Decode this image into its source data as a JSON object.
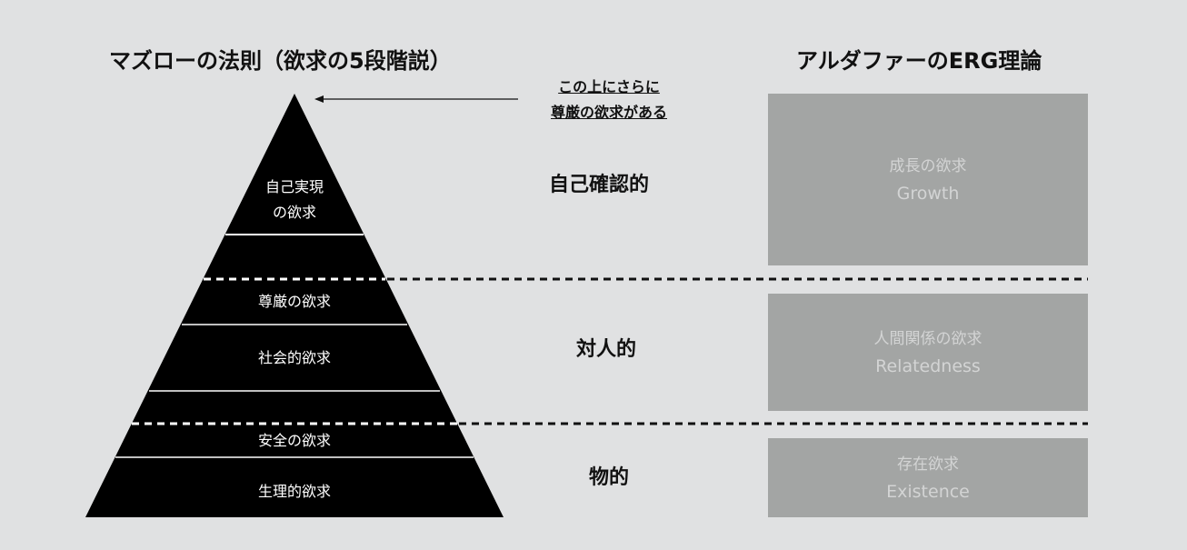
{
  "maslow": {
    "title": "マズローの法則（欲求の5段階説）",
    "note_line1": "この上にさらに",
    "note_line2": "尊厳の欲求がある",
    "levels": [
      {
        "label_line1": "自己実現",
        "label_line2": "の欲求"
      },
      {
        "label": "尊厳の欲求"
      },
      {
        "label": "社会的欲求"
      },
      {
        "label": "安全の欲求"
      },
      {
        "label": "生理的欲求"
      }
    ]
  },
  "categories": [
    "自己確認的",
    "対人的",
    "物的"
  ],
  "erg": {
    "title": "アルダファーのERG理論",
    "boxes": [
      {
        "jp": "成長の欲求",
        "en": "Growth"
      },
      {
        "jp": "人間関係の欲求",
        "en": "Relatedness"
      },
      {
        "jp": "存在欲求",
        "en": "Existence"
      }
    ]
  },
  "colors": {
    "background": "#e0e1e2",
    "pyramid": "#000000",
    "box": "#a3a5a4",
    "box_text": "#d3d4d4"
  }
}
